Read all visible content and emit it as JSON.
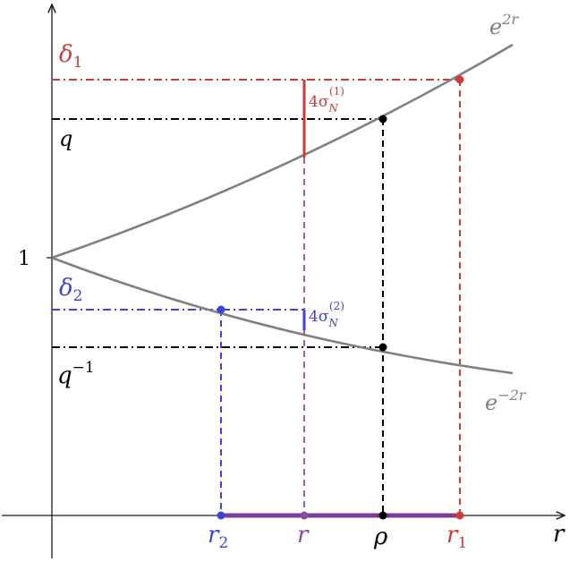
{
  "colors": {
    "axis": "#1a1a1a",
    "curve": "#808080",
    "red": "#cc3b3b",
    "blue": "#3f44d4",
    "purple": "#8a4c9d",
    "purple_dash": "#a05cae",
    "black": "#000000"
  },
  "labels": {
    "one": "1",
    "q": "q",
    "q_inv_base": "q",
    "q_inv_exp": "−1",
    "delta1_base": "δ",
    "delta1_sub": "1",
    "delta2_base": "δ",
    "delta2_sub": "2",
    "upper_curve_base": "e",
    "upper_curve_exp": "2r",
    "lower_curve_base": "e",
    "lower_curve_exp": "−2r",
    "sigma1_coef": "4σ",
    "sigma1_sub": "N",
    "sigma1_sup": "(1)",
    "sigma2_coef": "4σ",
    "sigma2_sub": "N",
    "sigma2_sup": "(2)",
    "r2_base": "r",
    "r2_sub": "2",
    "r_mid": "r",
    "rho": "ρ",
    "r1_base": "r",
    "r1_sub": "1",
    "r_axis": "r"
  }
}
